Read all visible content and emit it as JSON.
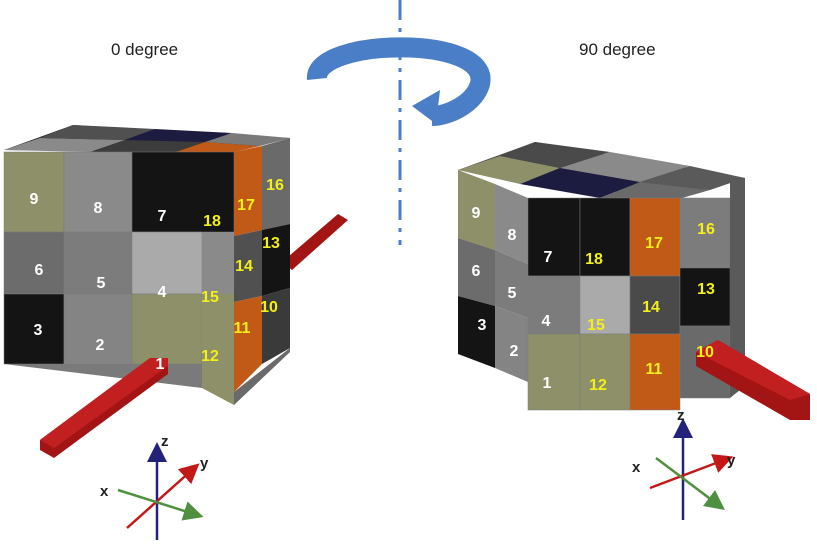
{
  "captions": {
    "left": "0 degree",
    "right": "90 degree"
  },
  "axis_labels": {
    "x": "x",
    "y": "y",
    "z": "z"
  },
  "colors": {
    "rod": "#a31515",
    "rotation_arrow": "#4a7fc7",
    "axis_dash": "#4a7fc7",
    "axis_z": "#23237a",
    "axis_y": "#c21818",
    "axis_x": "#4e9040",
    "label_white": "#ffffff",
    "label_yellow": "#f3ef1a"
  },
  "cube_0deg": {
    "front_labels": [
      "9",
      "8",
      "7",
      "6",
      "5",
      "4",
      "3",
      "2",
      "1"
    ],
    "side_labels": [
      "18",
      "17",
      "16",
      "15",
      "14",
      "13",
      "12",
      "11",
      "10"
    ]
  },
  "cube_90deg": {
    "left_labels": [
      "9",
      "8",
      "6",
      "5",
      "3",
      "2"
    ],
    "front_labels": [
      "7",
      "18",
      "17",
      "16",
      "4",
      "15",
      "14",
      "13",
      "1",
      "12",
      "11",
      "10"
    ]
  }
}
